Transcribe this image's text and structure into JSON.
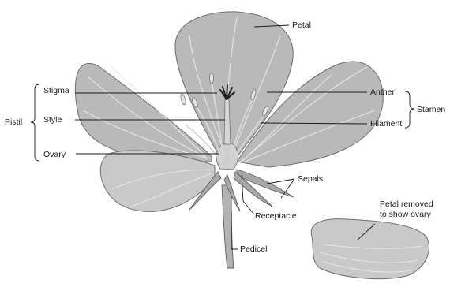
{
  "labels": {
    "petal": "Petal",
    "pistil": "Pistil",
    "stigma": "Stigma",
    "style": "Style",
    "ovary": "Ovary",
    "anther": "Anther",
    "filament": "Filament",
    "stamen": "Stamen",
    "sepals": "Sepals",
    "receptacle": "Receptacle",
    "pedicel": "Pedicel",
    "petal_removed_line1": "Petal removed",
    "petal_removed_line2": "to show ovary"
  }
}
